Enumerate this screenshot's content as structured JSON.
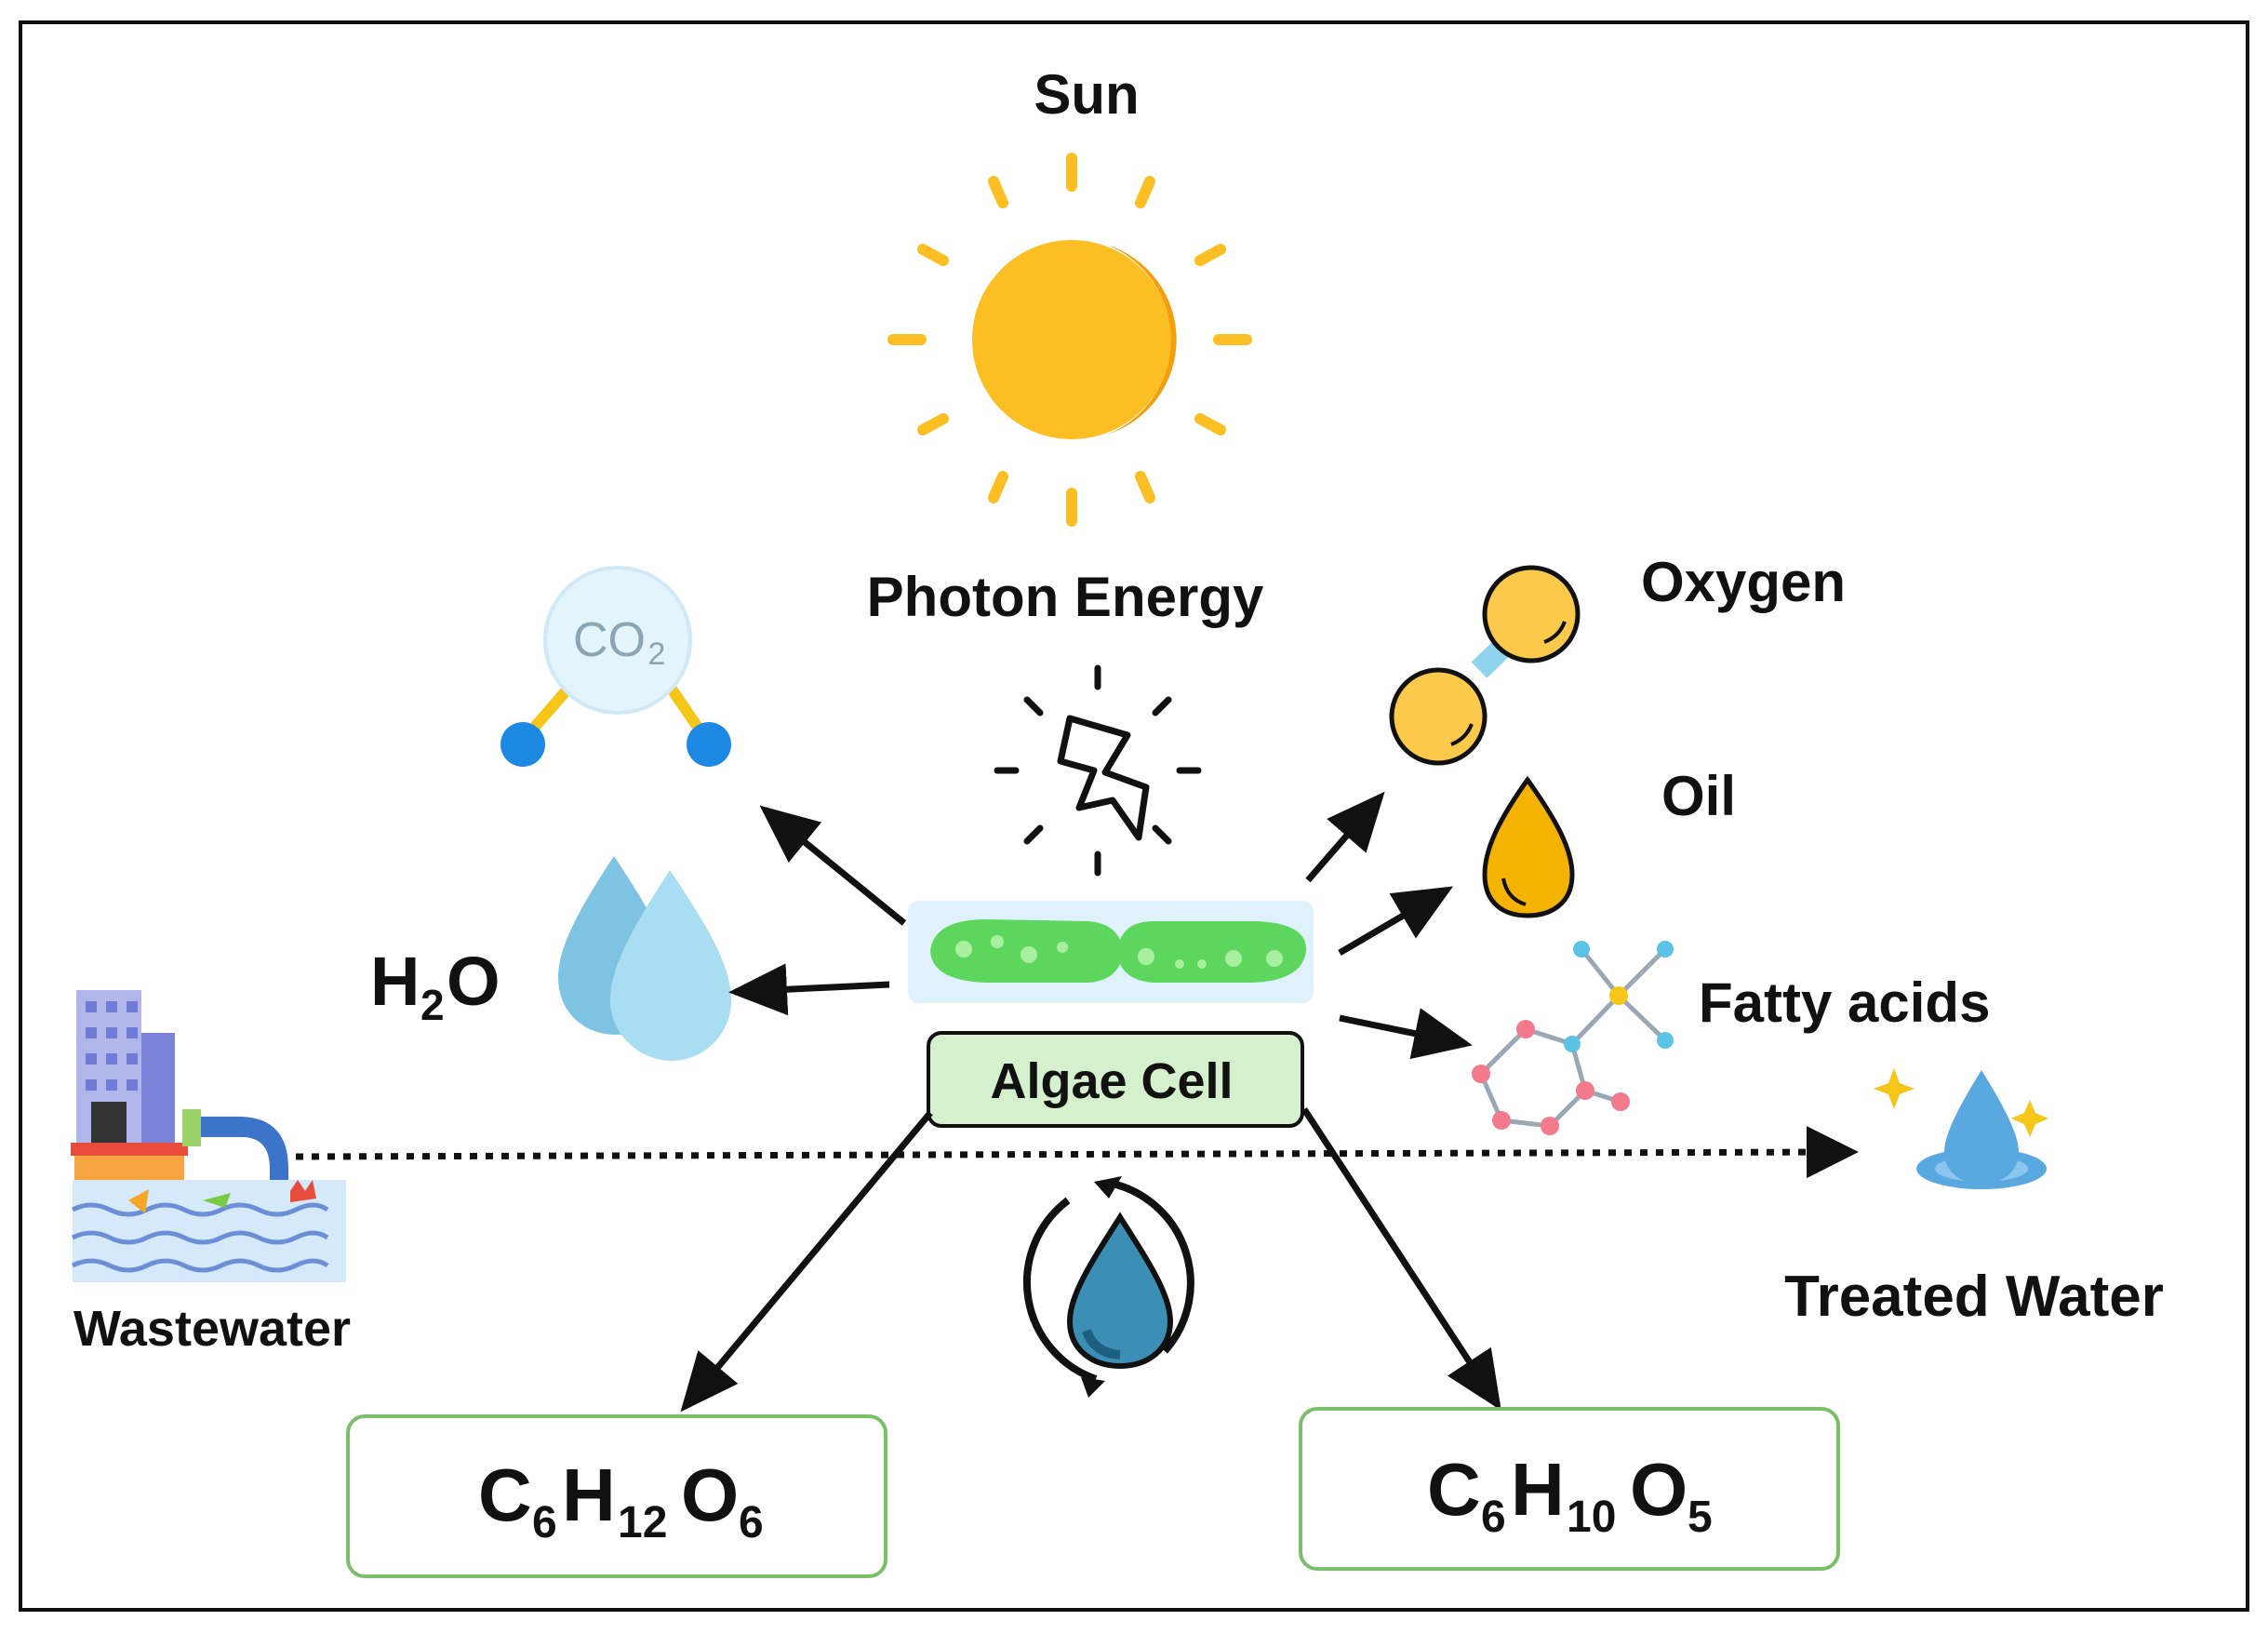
{
  "labels": {
    "sun": "Sun",
    "photon_energy": "Photon Energy",
    "oxygen": "Oxygen",
    "oil": "Oil",
    "fatty_acids": "Fatty acids",
    "treated_water": "Treated Water",
    "wastewater": "Wastewater",
    "algae_cell": "Algae Cell",
    "co2": "CO",
    "co2_sub": "2",
    "h2o": {
      "a": "H",
      "sub": "2",
      "b": "O"
    },
    "glucose": {
      "c": "C",
      "c_sub": "6",
      "h": "H",
      "h_sub": "12",
      "o": "O",
      "o_sub": "6"
    },
    "starch": {
      "c": "C",
      "c_sub": "6",
      "h": "H",
      "h_sub": "10",
      "o": "O",
      "o_sub": "5"
    }
  },
  "colors": {
    "sun": "#fbbf24",
    "sun_shade": "#f59e0b",
    "algae": "#5cd65c",
    "algae_dark": "#34a853",
    "oxygen": "#fcc94a",
    "oil": "#f5b301",
    "water": "#8fd3ef",
    "water_dark": "#3b8fb5",
    "box_border": "#7cbf6a",
    "arrow": "#111111"
  },
  "icons": [
    "sun-icon",
    "lightning-icon",
    "co2-molecule-icon",
    "water-drops-icon",
    "oxygen-molecule-icon",
    "oil-drop-icon",
    "fatty-acid-molecule-icon",
    "clean-water-drop-icon",
    "factory-icon",
    "water-cycle-icon"
  ]
}
